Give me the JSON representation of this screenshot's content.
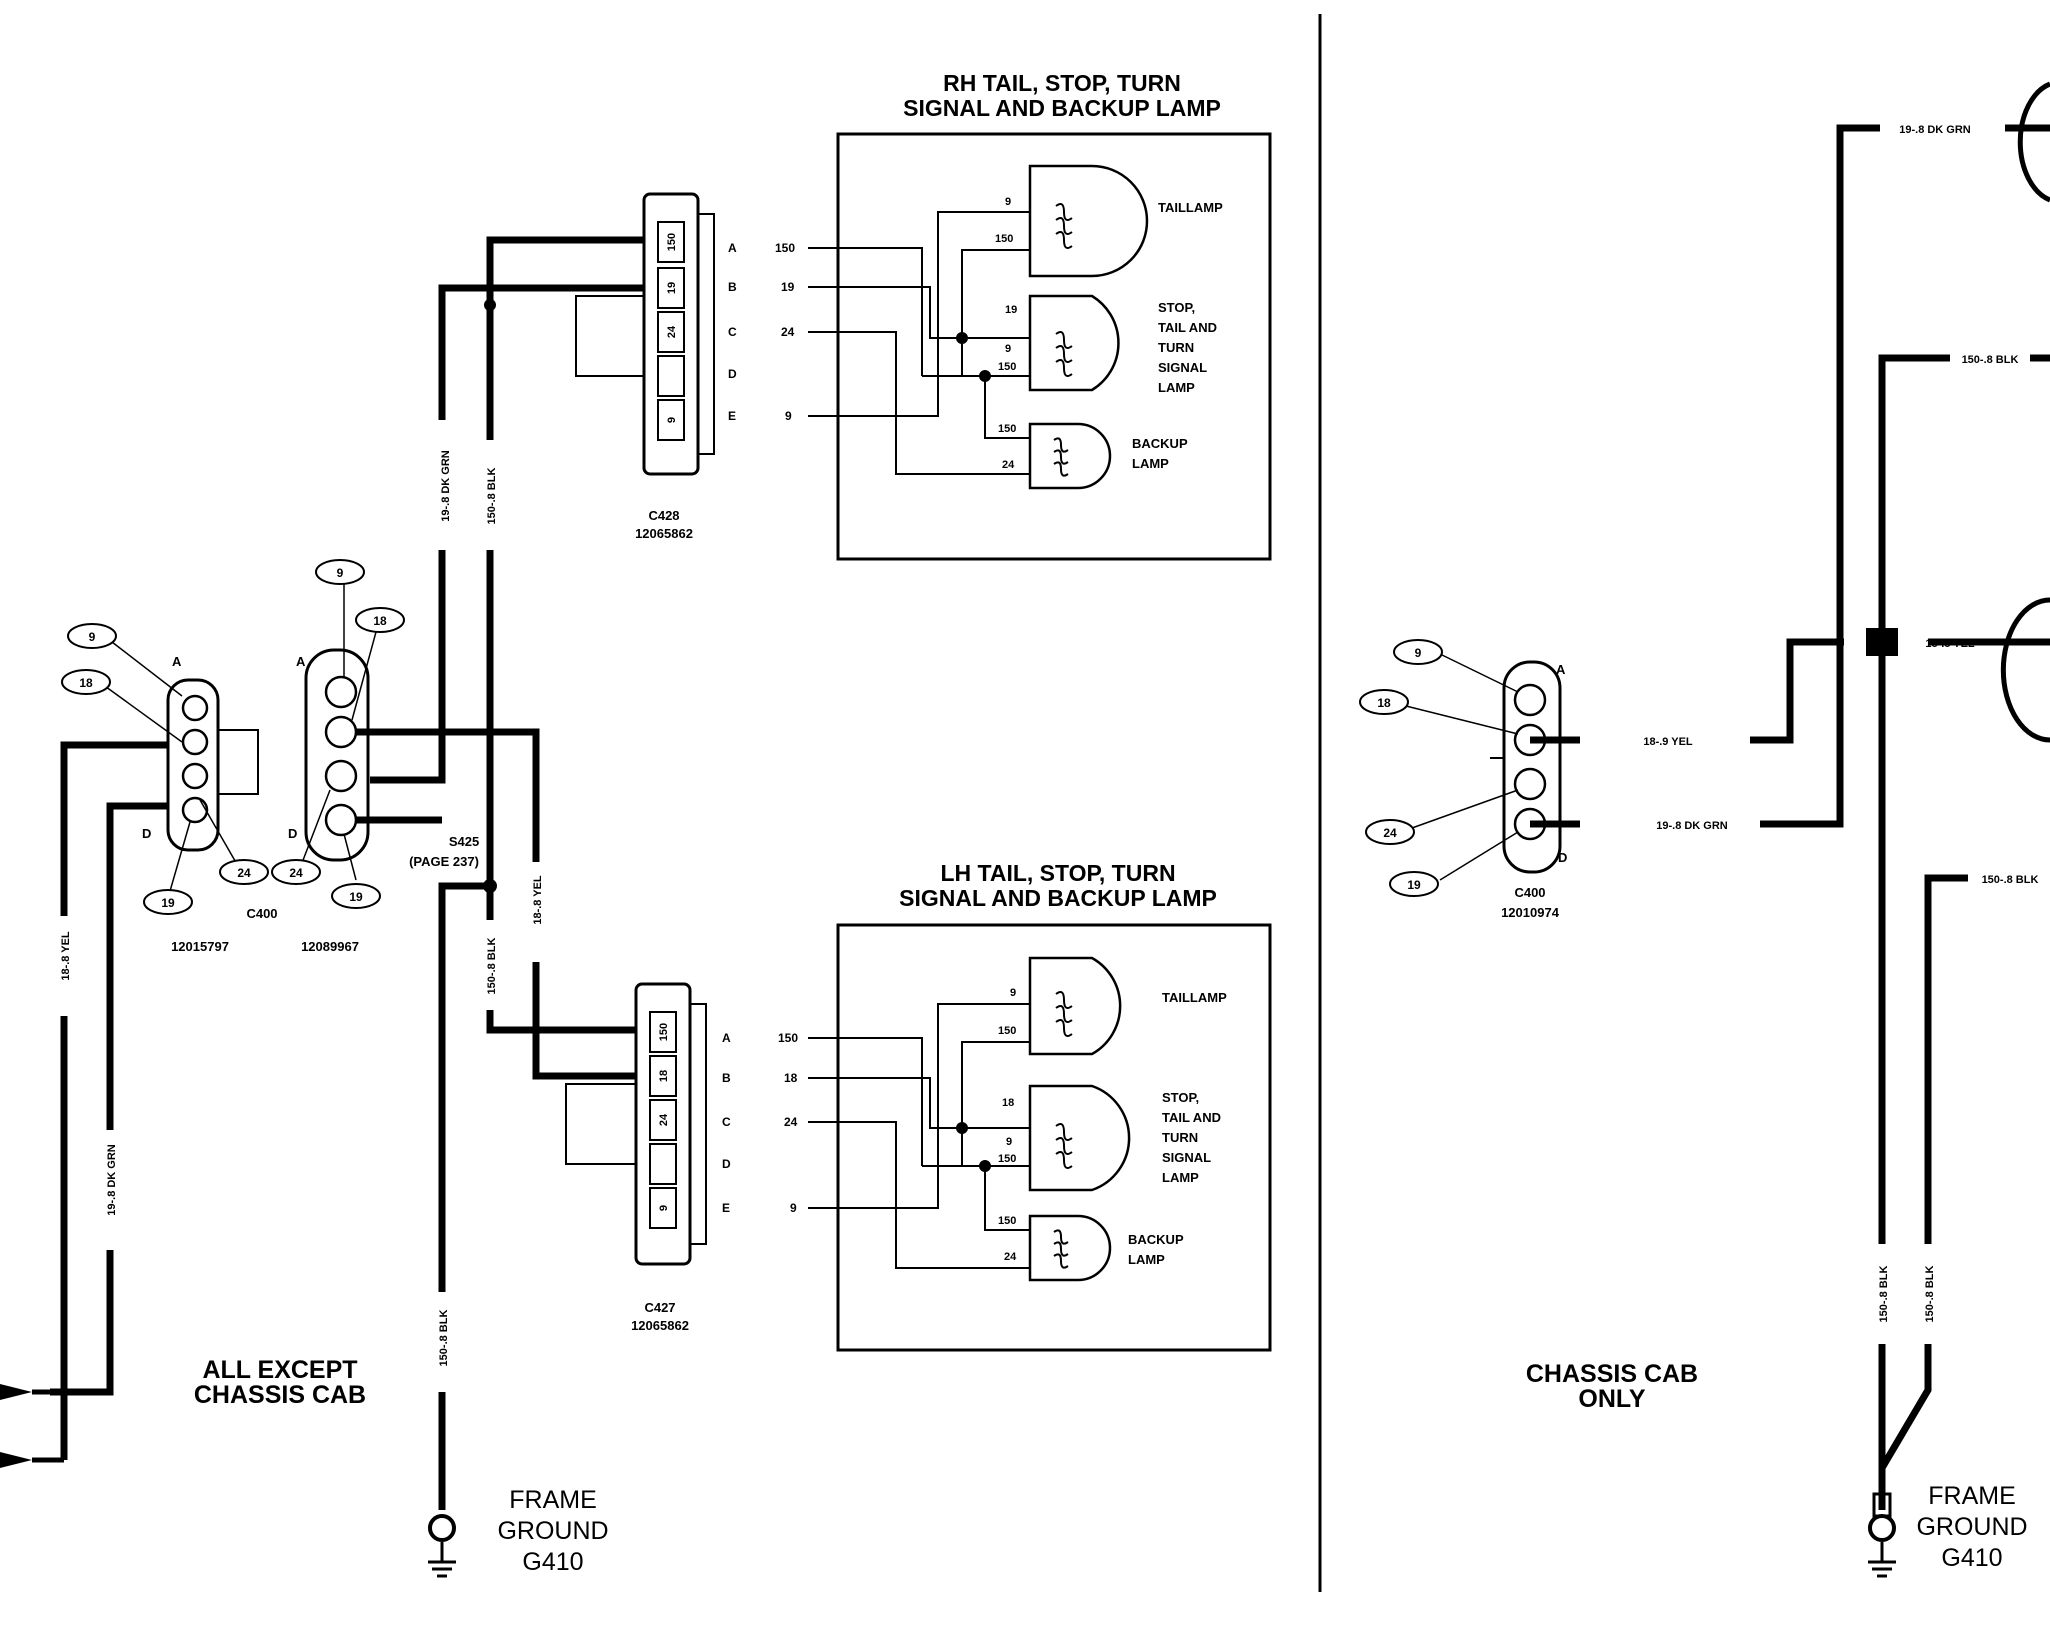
{
  "left_section": {
    "caption": [
      "ALL EXCEPT",
      "CHASSIS CAB"
    ],
    "rh_lamp": {
      "title": [
        "RH TAIL, STOP, TURN",
        "SIGNAL AND BACKUP LAMP"
      ],
      "taillamp": "TAILLAMP",
      "stop_lamp": [
        "STOP,",
        "TAIL AND",
        "TURN",
        "SIGNAL",
        "LAMP"
      ],
      "backup_lamp": [
        "BACKUP",
        "LAMP"
      ],
      "connector": "C428",
      "part_number": "12065862",
      "cavities": [
        "150",
        "19",
        "24",
        "",
        "9"
      ],
      "pin_letters": [
        "A",
        "B",
        "C",
        "D",
        "E"
      ],
      "pin_circuits": [
        "150",
        "19",
        "24",
        "",
        "9"
      ],
      "internal": {
        "t9": "9",
        "t150": "150",
        "s19": "19",
        "s9": "9",
        "s150": "150",
        "b150": "150",
        "b24": "24"
      }
    },
    "lh_lamp": {
      "title": [
        "LH TAIL, STOP, TURN",
        "SIGNAL AND BACKUP LAMP"
      ],
      "taillamp": "TAILLAMP",
      "stop_lamp": [
        "STOP,",
        "TAIL AND",
        "TURN",
        "SIGNAL",
        "LAMP"
      ],
      "backup_lamp": [
        "BACKUP",
        "LAMP"
      ],
      "connector": "C427",
      "part_number": "12065862",
      "cavities": [
        "150",
        "18",
        "24",
        "",
        "9"
      ],
      "pin_letters": [
        "A",
        "B",
        "C",
        "D",
        "E"
      ],
      "pin_circuits": [
        "150",
        "18",
        "24",
        "",
        "9"
      ],
      "internal": {
        "t9": "9",
        "t150": "150",
        "s18": "18",
        "s9": "9",
        "s150": "150",
        "b150": "150",
        "b24": "24"
      }
    },
    "c400": {
      "name": "C400",
      "part_left": "12015797",
      "part_right": "12089967",
      "ovals": [
        "9",
        "18",
        "24",
        "19",
        "9",
        "18",
        "24",
        "19"
      ],
      "letters": {
        "a1": "A",
        "d1": "D",
        "a2": "A",
        "d2": "D"
      }
    },
    "splice": [
      "S425",
      "(PAGE 237)"
    ],
    "wires": {
      "dk_grn": "19-.8 DK GRN",
      "blk": "150-.8 BLK",
      "yel": "18-.8 YEL",
      "blk_lower": "150-.8 BLK",
      "blk_ground": "150-.8 BLK",
      "yel_left": "18-.8 YEL",
      "dk_grn_left": "19-.8 DK GRN"
    },
    "ground": [
      "FRAME",
      "GROUND",
      "G410"
    ]
  },
  "right_section": {
    "caption": [
      "CHASSIS CAB",
      "ONLY"
    ],
    "c400": {
      "name": "C400",
      "part_number": "12010974",
      "ovals": [
        "9",
        "18",
        "24",
        "19"
      ],
      "letters": {
        "a": "A",
        "d": "D"
      }
    },
    "wires": {
      "top_dk_grn": "19-.8 DK GRN",
      "blk1": "150-.8 BLK",
      "yel_top": "18-.8 YEL",
      "blk2": "150-.8 BLK",
      "yel_conn": "18-.9 YEL",
      "dk_grn_conn": "19-.8 DK GRN",
      "vert_blk1": "150-.8 BLK",
      "vert_blk2": "150-.8 BLK"
    },
    "ground": [
      "FRAME",
      "GROUND",
      "G410"
    ]
  }
}
